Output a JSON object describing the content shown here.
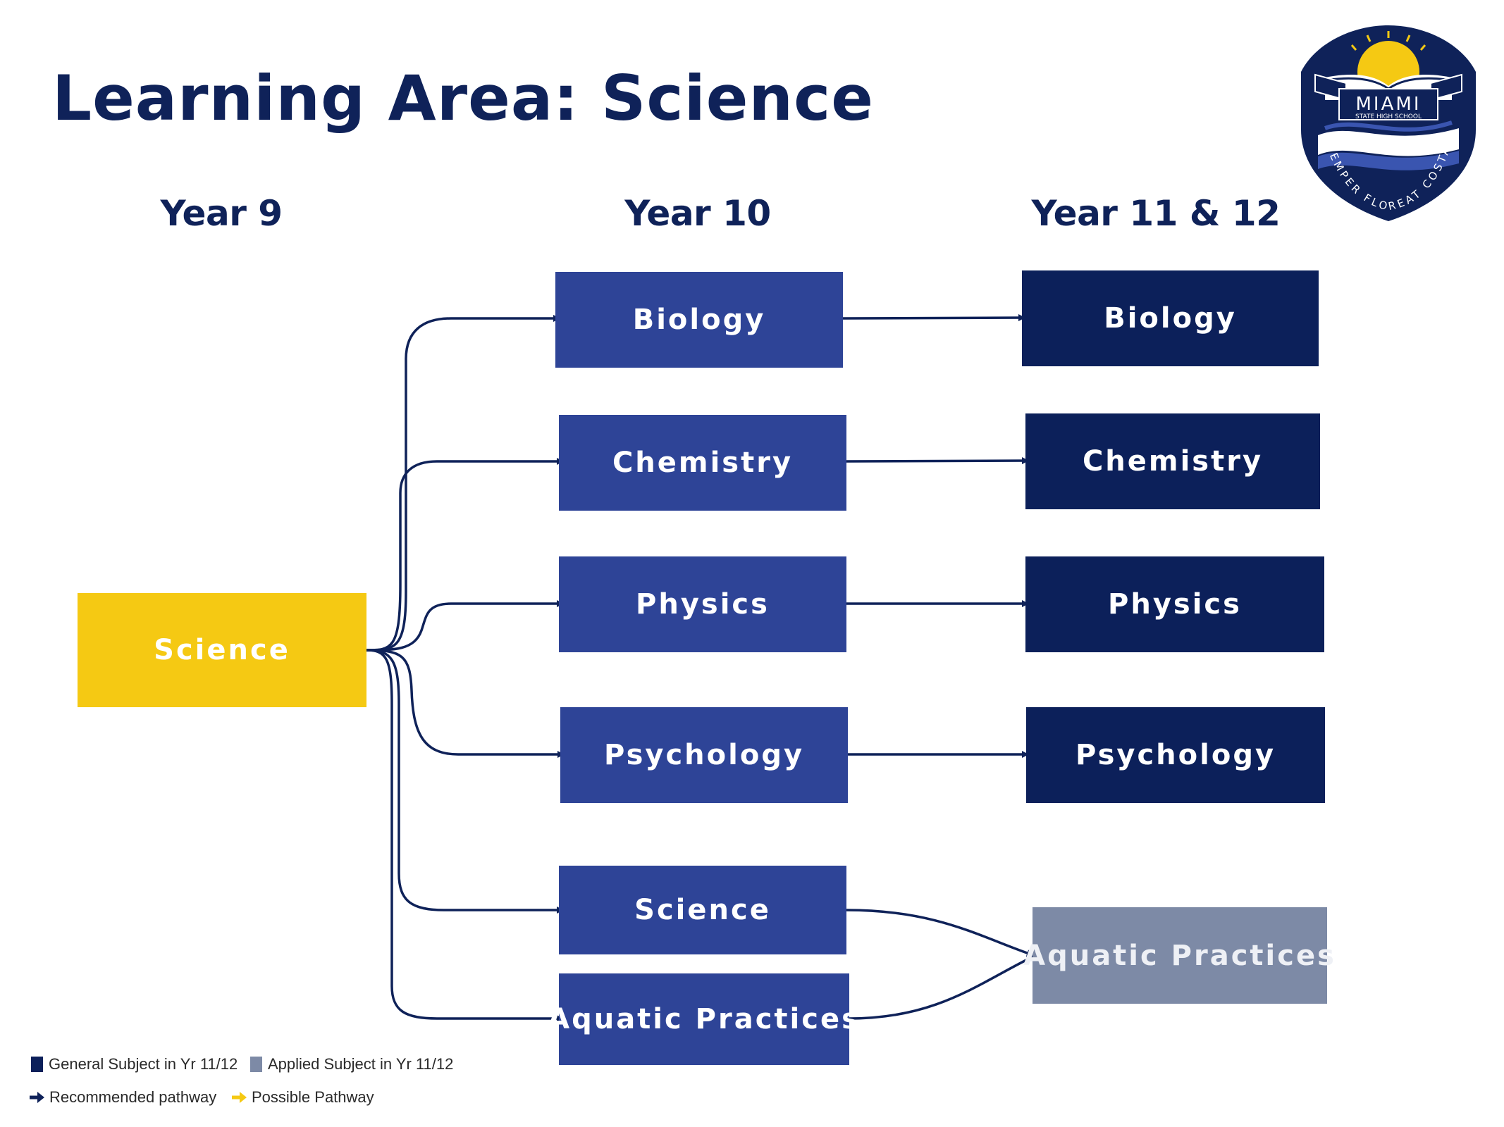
{
  "title": "Learning Area: Science",
  "columns": {
    "year9": "Year 9",
    "year10": "Year 10",
    "year11_12": "Year 11 & 12"
  },
  "year9": {
    "science": "Science"
  },
  "year10": {
    "biology": "Biology",
    "chemistry": "Chemistry",
    "physics": "Physics",
    "psychology": "Psychology",
    "science": "Science",
    "aquatic": "Aquatic Practices"
  },
  "year11_12": {
    "biology": "Biology",
    "chemistry": "Chemistry",
    "physics": "Physics",
    "psychology": "Psychology",
    "aquatic": "Aquatic Practices"
  },
  "legend": {
    "general": "General Subject in Yr 11/12",
    "applied": "Applied Subject in Yr 11/12",
    "recommended": "Recommended pathway",
    "possible": "Possible Pathway"
  },
  "logo": {
    "name": "MIAMI",
    "subtitle": "STATE HIGH SCHOOL",
    "motto": "SEMPER FLOREAT COSTA"
  },
  "colors": {
    "year9": "#f5c913",
    "year10": "#2e4497",
    "general": "#0c205a",
    "applied": "#7d8aa6",
    "recommended": "#0f2259",
    "possible": "#f5c913"
  }
}
